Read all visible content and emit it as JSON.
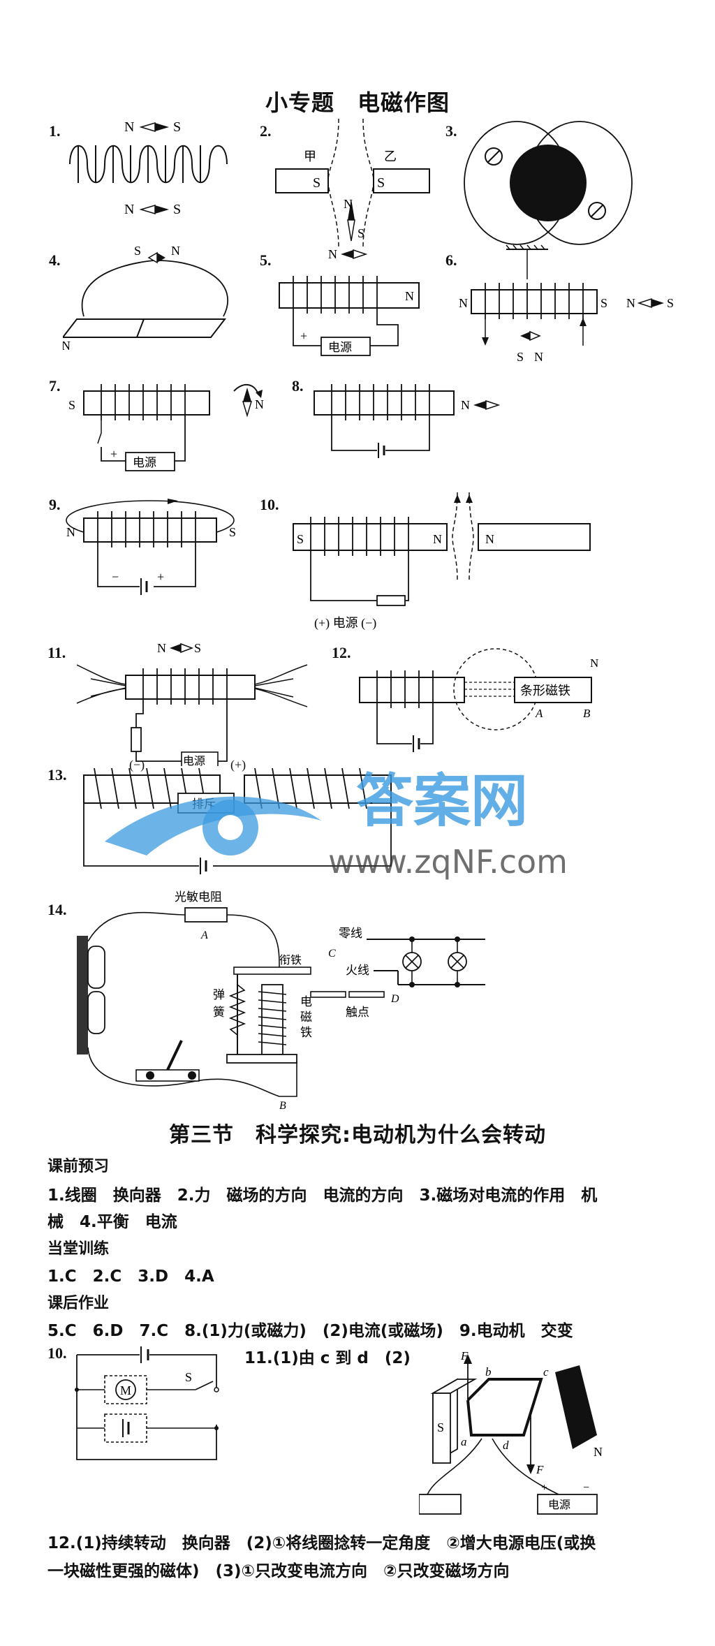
{
  "page": {
    "title": "小专题　电磁作图",
    "section_title": "第三节　科学探究:电动机为什么会转动"
  },
  "figures": {
    "f1": {
      "num": "1.",
      "top": "N",
      "top2": "S",
      "bot": "N",
      "bot2": "S"
    },
    "f2": {
      "num": "2.",
      "left_label": "甲",
      "right_label": "乙",
      "left_pole": "S",
      "right_pole": "S",
      "needle_n": "N",
      "needle_s": "S"
    },
    "f3": {
      "num": "3."
    },
    "f4": {
      "num": "4.",
      "s": "S",
      "n": "N",
      "left": "N"
    },
    "f5": {
      "num": "5.",
      "n_top": "N",
      "right": "N",
      "plus": "+",
      "source": "电源"
    },
    "f6": {
      "num": "6.",
      "left": "N",
      "right": "S",
      "needle_n": "N",
      "needle_s": "S",
      "bottom_s": "S",
      "bottom_n": "N"
    },
    "f7": {
      "num": "7.",
      "left": "S",
      "needle": "N",
      "plus": "+",
      "source": "电源"
    },
    "f8": {
      "num": "8.",
      "needle": "N"
    },
    "f9": {
      "num": "9.",
      "left": "N",
      "right": "S",
      "minus": "−",
      "plus": "+"
    },
    "f10": {
      "num": "10.",
      "left": "S",
      "mid": "N",
      "magnet": "N",
      "source": "(+) 电源 (−)"
    },
    "f11": {
      "num": "11.",
      "top_n": "N",
      "top_s": "S",
      "source": "电源",
      "minus": "(−)",
      "plus": "(+)"
    },
    "f12": {
      "num": "12.",
      "magnet": "条形磁铁",
      "a": "A",
      "b": "B",
      "n": "N"
    },
    "f13": {
      "num": "13.",
      "label": "排斥"
    },
    "f14": {
      "num": "14.",
      "photoresistor": "光敏电阻",
      "a": "A",
      "b": "B",
      "c": "C",
      "d": "D",
      "neutral": "零线",
      "live": "火线",
      "armature": "衔铁",
      "contact": "触点",
      "spring": "弹簧",
      "electromagnet": "电磁铁"
    }
  },
  "answers": {
    "preview_heading": "课前预习",
    "preview_line1": "1.线圈　换向器　2.力　磁场的方向　电流的方向　3.磁场对电流的作用　机",
    "preview_line2": "械　4.平衡　电流",
    "class_heading": "当堂训练",
    "class_line": "1.C　2.C　3.D　4.A",
    "home_heading": "课后作业",
    "home_line": "5.C　6.D　7.C　8.(1)力(或磁力)　(2)电流(或磁场)　9.电动机　交变",
    "q10_num": "10.",
    "q10_motor": "M",
    "q10_switch": "S",
    "q11_text": "11.(1)由 c 到 d　(2)",
    "q11_labels": {
      "f": "F",
      "b": "b",
      "c": "c",
      "a": "a",
      "d": "d",
      "s": "S",
      "n": "N",
      "source": "电源",
      "plus": "+",
      "minus": "−"
    },
    "q12_line1": "12.(1)持续转动　换向器　(2)①将线圈捻转一定角度　②增大电源电压(或换",
    "q12_line2": "一块磁性更强的磁体)　(3)①只改变电流方向　②只改变磁场方向"
  },
  "watermark": {
    "text": "答案网",
    "url": "www.zqNF.com"
  }
}
